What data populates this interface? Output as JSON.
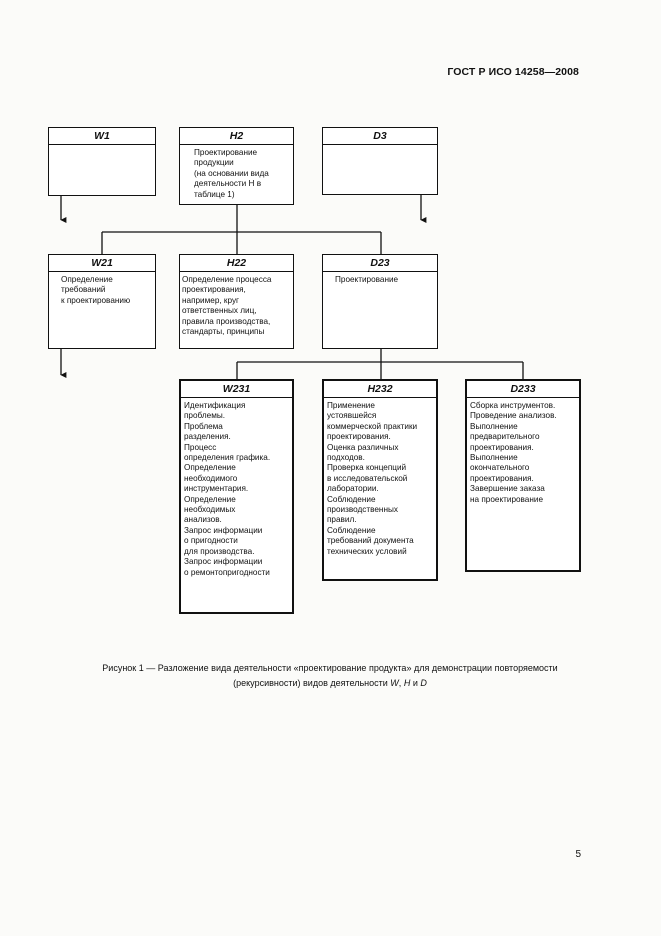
{
  "header": {
    "doc_id": "ГОСТ Р ИСО 14258—2008"
  },
  "boxes": {
    "W1": {
      "code": "W1",
      "text": ""
    },
    "H2": {
      "code": "H2",
      "text": "Проектирование\nпродукции\n(на основании вида\nдеятельности H в\nтаблице 1)"
    },
    "D3": {
      "code": "D3",
      "text": ""
    },
    "W21": {
      "code": "W21",
      "text": "Определение\nтребований\nк проектированию"
    },
    "H22": {
      "code": "H22",
      "text": "Определение процесса\nпроектирования,\nнапример, круг\nответственных лиц,\nправила производства,\nстандарты, принципы"
    },
    "D23": {
      "code": "D23",
      "text": "Проектирование"
    },
    "W231": {
      "code": "W231",
      "text": "    Идентификация\nпроблемы.\n    Проблема\nразделения.\n    Процесс\nопределения графика.\n    Определение\nнеобходимого\nинструментария.\n    Определение\nнеобходимых\nанализов.\n    Запрос информации\nо пригодности\nдля производства.\n    Запрос информации\nо ремонтопригодности"
    },
    "H232": {
      "code": "H232",
      "text": "    Применение\nустоявшейся\nкоммерческой практики\nпроектирования.\n    Оценка различных\nподходов.\n    Проверка концепций\nв исследовательской\nлаборатории.\n    Соблюдение\nпроизводственных\nправил.\n    Соблюдение\nтребований документа\nтехнических условий"
    },
    "D233": {
      "code": "D233",
      "text": "Сборка инструментов.\n    Проведение анализов.\n    Выполнение\nпредварительного\nпроектирования.\n    Выполнение\nокончательного\nпроектирования.\n    Завершение заказа\nна проектирование"
    }
  },
  "caption": {
    "line1": "Рисунок 1 — Разложение вида деятельности «проектирование продукта» для демонстрации повторяемости",
    "line2_prefix": "(рекурсивности) видов деятельности ",
    "letter_w": "W",
    "sep1": ", ",
    "letter_h": "H",
    "sep2": " и ",
    "letter_d": "D"
  },
  "page_number": "5"
}
